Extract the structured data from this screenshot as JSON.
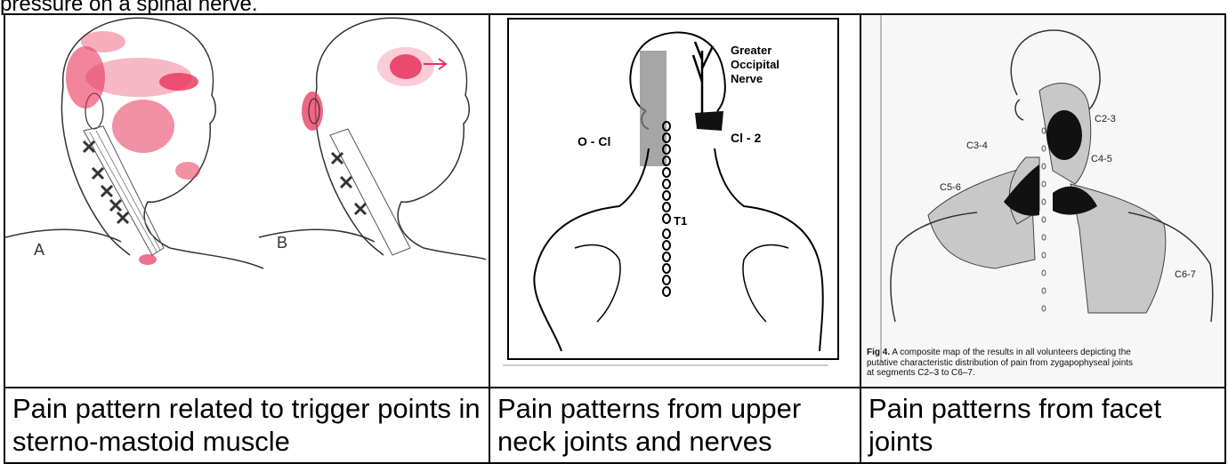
{
  "intro_text": "pressure on a spinal nerve.",
  "panels": [
    {
      "caption": "Pain pattern related to trigger points in sterno-mastoid muscle",
      "figure_labels": [
        "A",
        "B"
      ]
    },
    {
      "caption": "Pain patterns from upper neck joints and nerves",
      "labels": {
        "nerve": "Greater Occipital Nerve",
        "nerve_line1": "Greater",
        "nerve_line2": "Occipital",
        "nerve_line3": "Nerve",
        "left_zone": "O - Cl",
        "right_zone": "Cl - 2",
        "vertebra": "T1"
      }
    },
    {
      "caption": "Pain patterns from facet joints",
      "segments": [
        "C2-3",
        "C3-4",
        "C4-5",
        "C5-6",
        "C6-7"
      ],
      "figure_caption_bold": "Fig 4.",
      "figure_caption_line1": " A composite map of the results in all volunteers depicting the",
      "figure_caption_line2": "putative characteristic distribution of pain from zygapophyseal joints",
      "figure_caption_line3": "at segments C2–3 to C6–7."
    }
  ],
  "colors": {
    "trigger_red": "#e8345a",
    "shade_gray": "#c8c8c8",
    "dark": "#111111"
  }
}
